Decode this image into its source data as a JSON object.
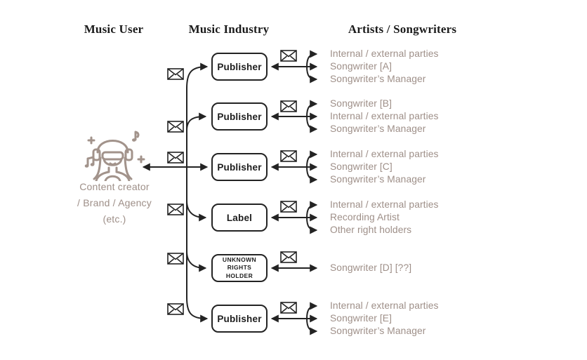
{
  "headers": {
    "music_user": "Music User",
    "music_industry": "Music Industry",
    "artists_songwriters": "Artists / Songwriters"
  },
  "music_user": {
    "label_line1": "Content creator",
    "label_line2": "/ Brand / Agency",
    "label_line3": "(etc.)"
  },
  "rows": [
    {
      "box": "Publisher",
      "parties": [
        "Internal / external parties",
        "Songwriter [A]",
        "Songwriter’s Manager"
      ]
    },
    {
      "box": "Publisher",
      "parties": [
        "Songwriter [B]",
        "Internal / external parties",
        "Songwriter’s Manager"
      ]
    },
    {
      "box": "Publisher",
      "parties": [
        "Internal / external parties",
        "Songwriter [C]",
        "Songwriter’s Manager"
      ]
    },
    {
      "box": "Label",
      "parties": [
        "Internal / external parties",
        "Recording Artist",
        "Other right holders"
      ]
    },
    {
      "box": "UNKNOWN\nRIGHTS\nHOLDER",
      "parties": [
        "Songwriter [D] [??]"
      ]
    },
    {
      "box": "Publisher",
      "parties": [
        "Internal / external parties",
        "Songwriter [E]",
        "Songwriter’s Manager"
      ]
    }
  ],
  "icons": {
    "envelope": "envelope-icon",
    "content_creator": "person-with-headphones"
  },
  "colors": {
    "line_dark": "#232323",
    "accent_taupe": "#9e8f88",
    "background": "#ffffff"
  }
}
